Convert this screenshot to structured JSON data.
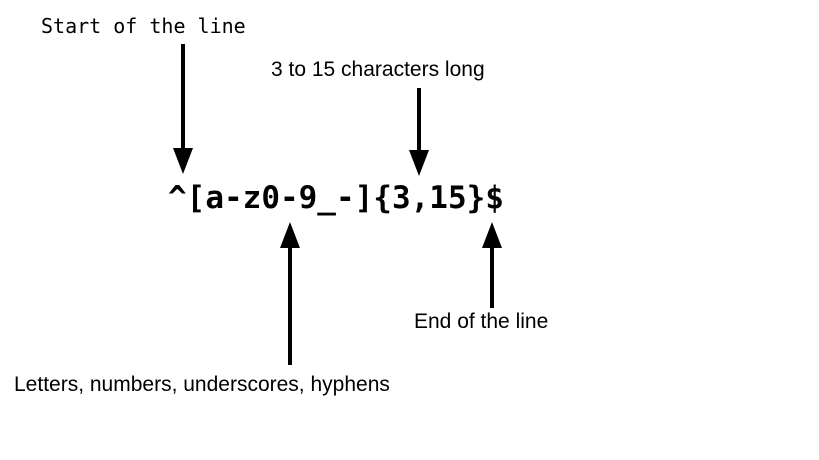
{
  "diagram": {
    "title": "regex-annotation",
    "regex": "^[a-z0-9_-]{3,15}$",
    "annotations": [
      {
        "id": "start-of-line",
        "text": "Start of the line"
      },
      {
        "id": "length",
        "text": "3 to 15 characters long"
      },
      {
        "id": "end-of-line",
        "text": "End of the line"
      },
      {
        "id": "charset",
        "text": "Letters, numbers, underscores, hyphens"
      }
    ],
    "colors": {
      "background": "#ffffff",
      "text": "#000000",
      "arrow": "#000000"
    }
  }
}
